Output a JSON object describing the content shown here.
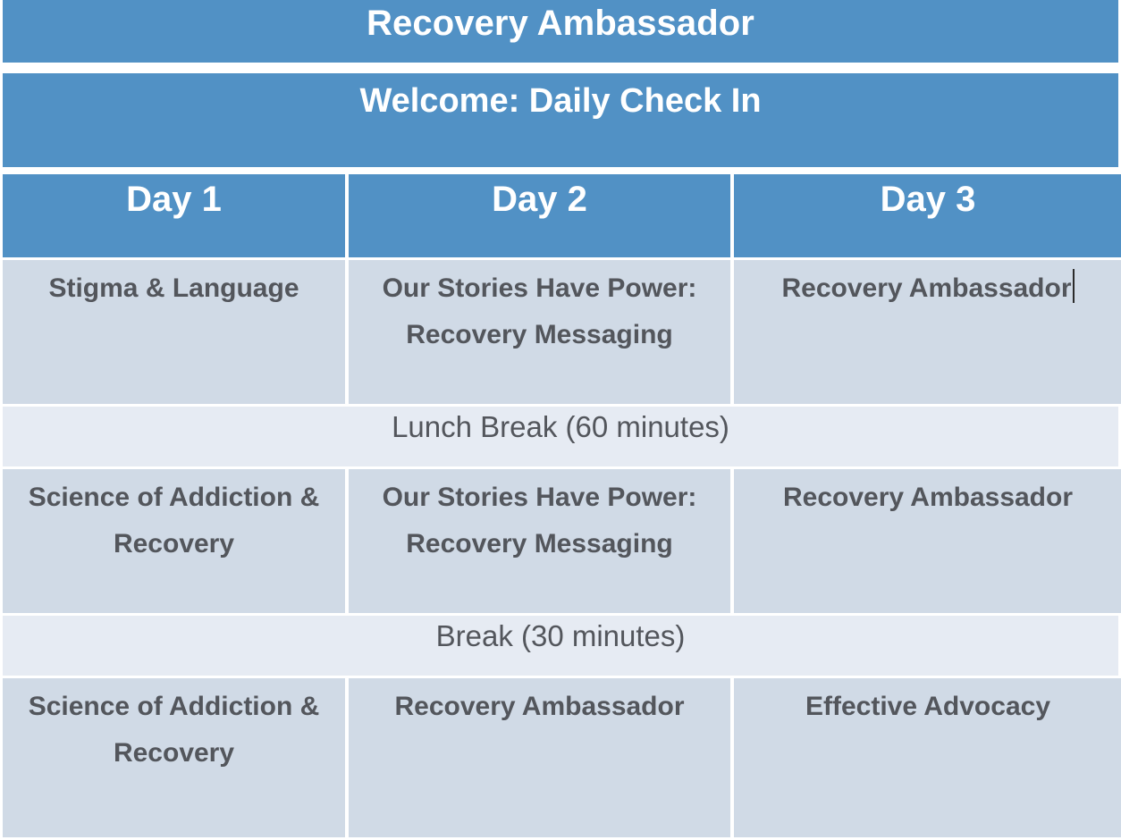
{
  "banner": {
    "title": "Recovery Ambassador",
    "welcome": "Welcome: Daily Check In"
  },
  "colors": {
    "header_blue": "#5191C5",
    "session_cell": "#D0DAE6",
    "break_cell": "#E6EBF3",
    "body_text": "#53565C",
    "header_text": "#FFFFFF",
    "caret": "#2B2B2B"
  },
  "table": {
    "day_headers": [
      "Day 1",
      "Day 2",
      "Day 3"
    ],
    "rows": [
      {
        "type": "sessions",
        "cells": [
          "Stigma & Language",
          "Our Stories Have Power: Recovery Messaging",
          "Recovery Ambassador"
        ],
        "caret_in_cell": 2
      },
      {
        "type": "break",
        "label": "Lunch Break (60 minutes)"
      },
      {
        "type": "sessions",
        "cells": [
          "Science of Addiction & Recovery",
          "Our Stories Have Power: Recovery Messaging",
          "Recovery Ambassador"
        ]
      },
      {
        "type": "break",
        "label": "Break (30 minutes)"
      },
      {
        "type": "sessions",
        "cells": [
          "Science of Addiction & Recovery",
          "Recovery Ambassador",
          "Effective Advocacy"
        ]
      }
    ]
  }
}
